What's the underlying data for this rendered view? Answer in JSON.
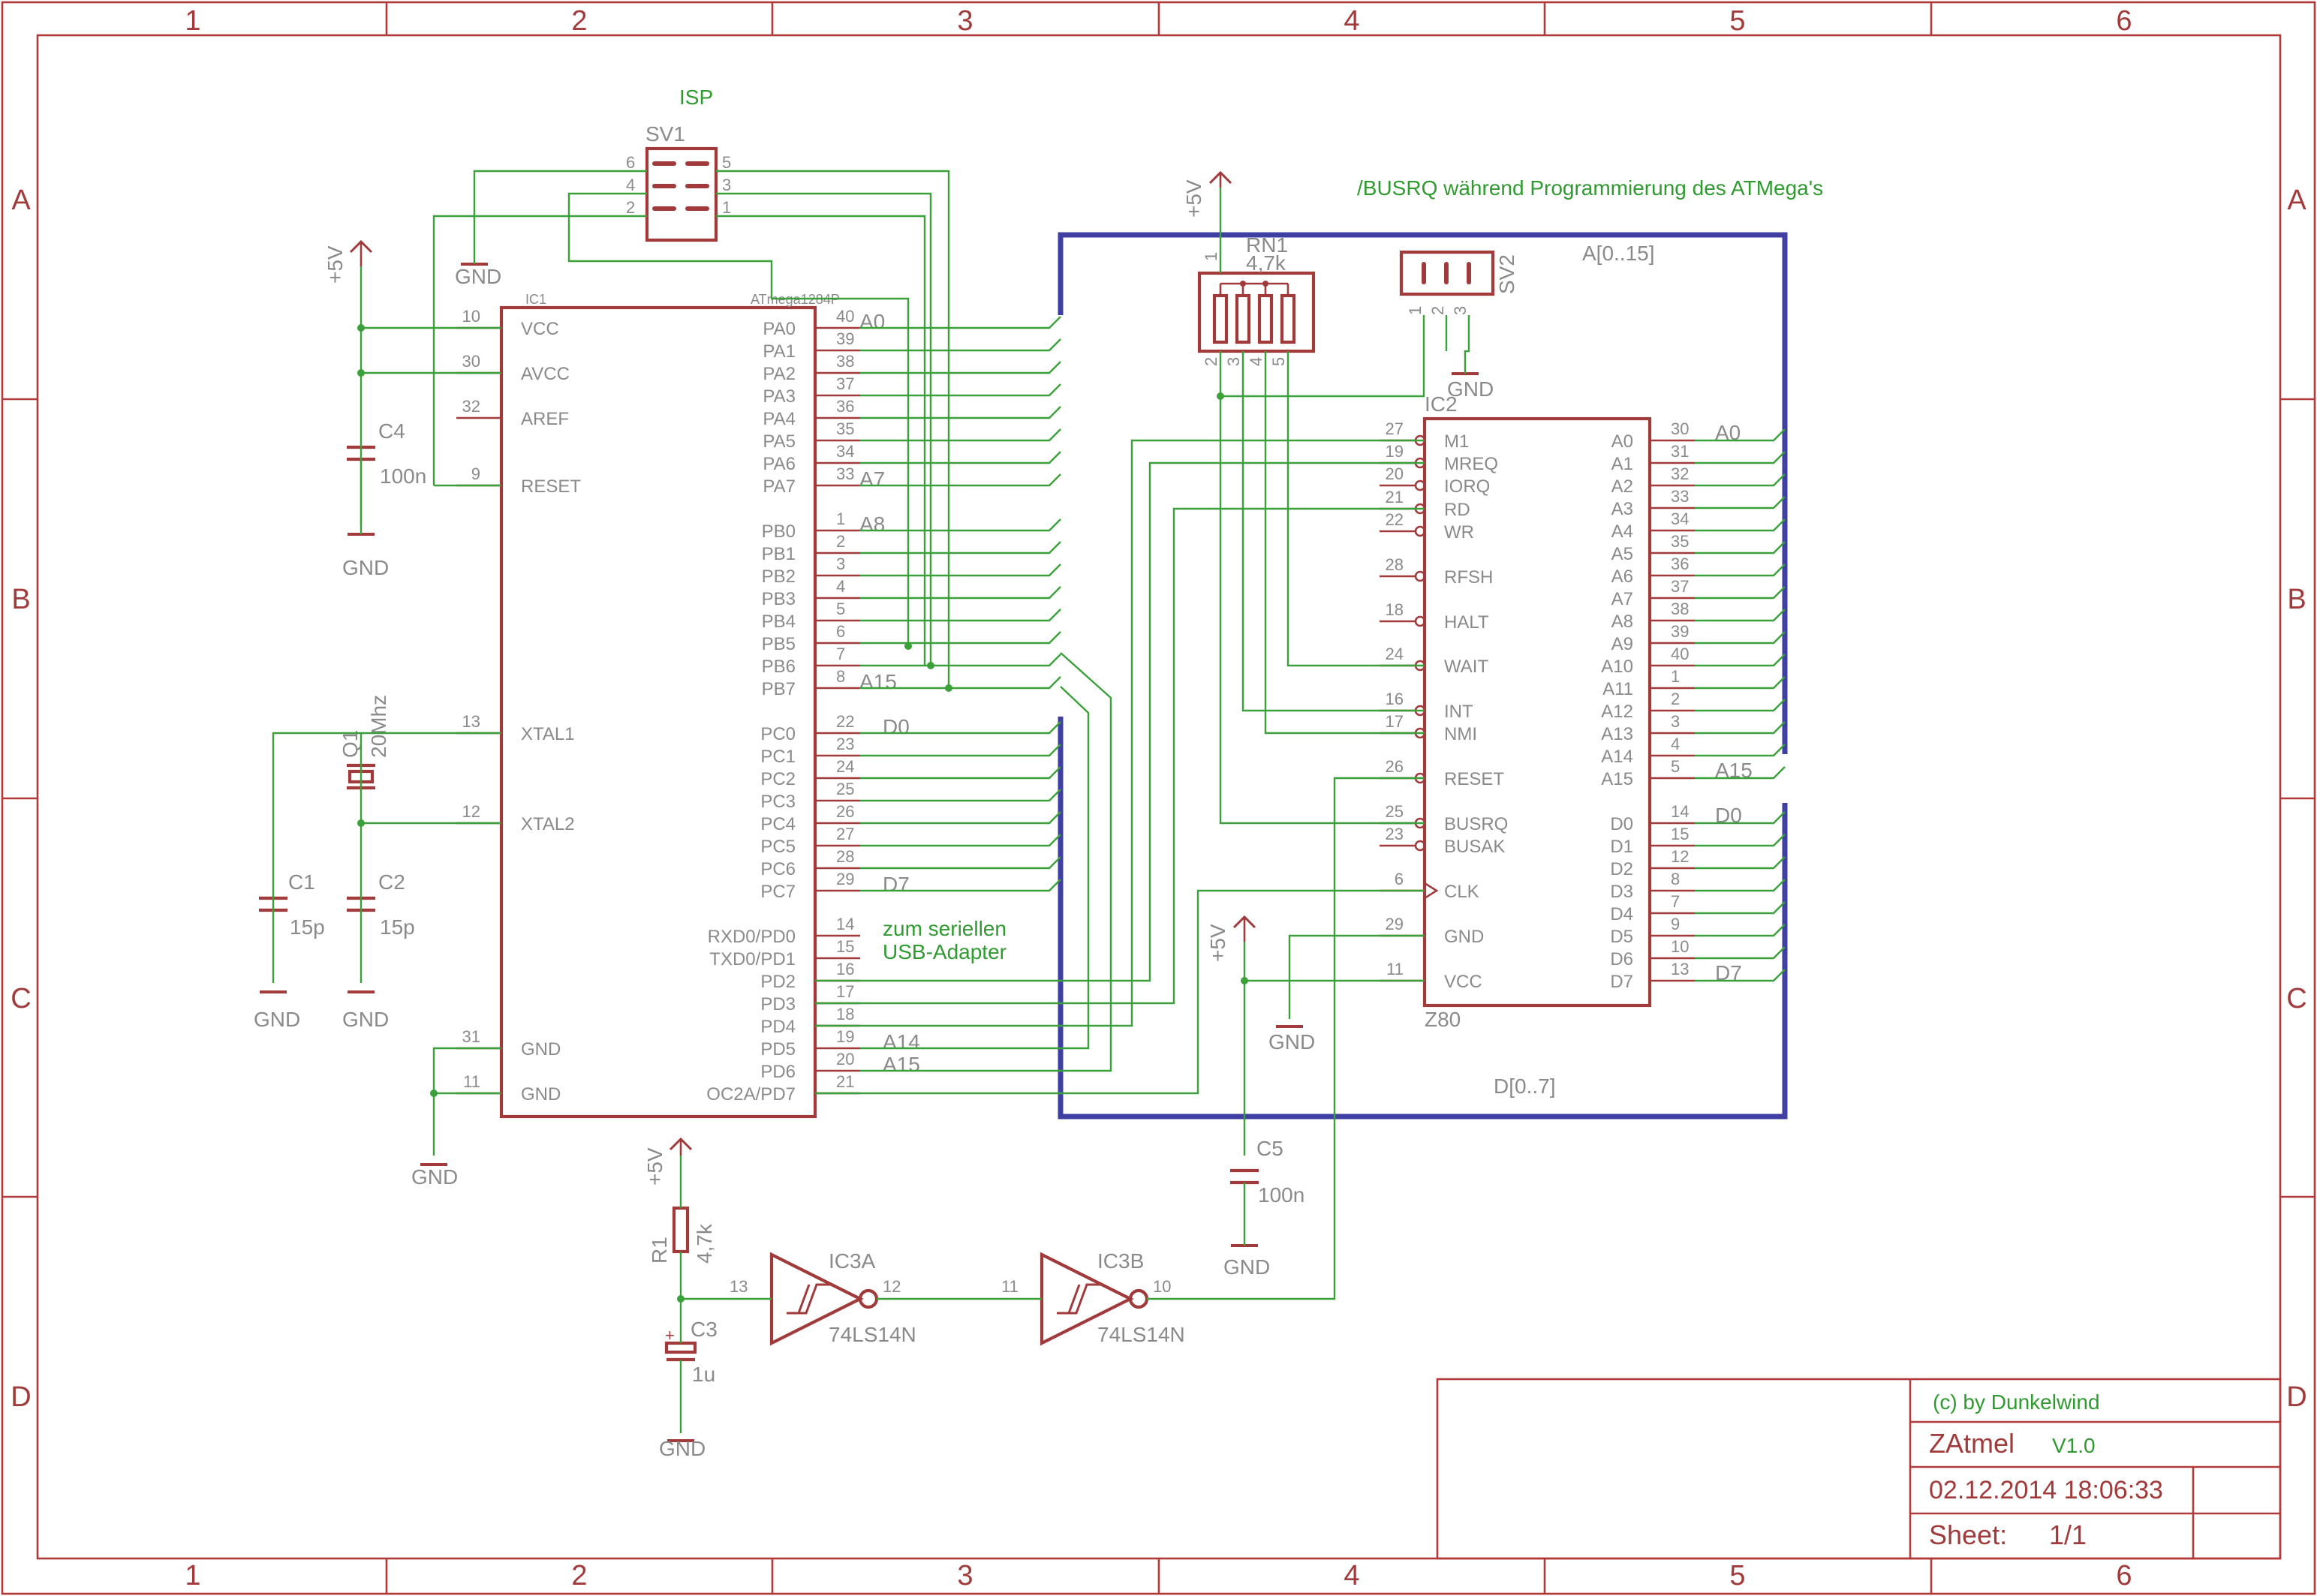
{
  "frame": {
    "columns": [
      "1",
      "2",
      "3",
      "4",
      "5",
      "6"
    ],
    "rows": [
      "A",
      "B",
      "C",
      "D"
    ]
  },
  "notes": {
    "isp": "ISP",
    "busrq": "/BUSRQ während Programmierung des ATMega's",
    "usb_line1": "zum seriellen",
    "usb_line2": "USB-Adapter"
  },
  "buses": {
    "address": "A[0..15]",
    "data": "D[0..7]"
  },
  "parts": {
    "sv1": {
      "name": "SV1",
      "pins_left": [
        "6",
        "4",
        "2"
      ],
      "pins_right": [
        "5",
        "3",
        "1"
      ]
    },
    "sv2": {
      "name": "SV2",
      "pins": [
        "1",
        "2",
        "3"
      ]
    },
    "rn1": {
      "name": "RN1",
      "value": "4,7k",
      "pins": [
        "1",
        "2",
        "3",
        "4",
        "5"
      ]
    },
    "ic1": {
      "name": "IC1",
      "type": "ATmega1284P",
      "left_pins": [
        {
          "num": "10",
          "label": "VCC"
        },
        {
          "num": "30",
          "label": "AVCC"
        },
        {
          "num": "32",
          "label": "AREF"
        },
        {
          "num": "9",
          "label": "RESET"
        },
        {
          "num": "13",
          "label": "XTAL1"
        },
        {
          "num": "12",
          "label": "XTAL2"
        },
        {
          "num": "31",
          "label": "GND"
        },
        {
          "num": "11",
          "label": "GND"
        }
      ],
      "right_pins": [
        {
          "num": "40",
          "label": "PA0"
        },
        {
          "num": "39",
          "label": "PA1"
        },
        {
          "num": "38",
          "label": "PA2"
        },
        {
          "num": "37",
          "label": "PA3"
        },
        {
          "num": "36",
          "label": "PA4"
        },
        {
          "num": "35",
          "label": "PA5"
        },
        {
          "num": "34",
          "label": "PA6"
        },
        {
          "num": "33",
          "label": "PA7"
        },
        {
          "num": "1",
          "label": "PB0"
        },
        {
          "num": "2",
          "label": "PB1"
        },
        {
          "num": "3",
          "label": "PB2"
        },
        {
          "num": "4",
          "label": "PB3"
        },
        {
          "num": "5",
          "label": "PB4"
        },
        {
          "num": "6",
          "label": "PB5"
        },
        {
          "num": "7",
          "label": "PB6"
        },
        {
          "num": "8",
          "label": "PB7"
        },
        {
          "num": "22",
          "label": "PC0"
        },
        {
          "num": "23",
          "label": "PC1"
        },
        {
          "num": "24",
          "label": "PC2"
        },
        {
          "num": "25",
          "label": "PC3"
        },
        {
          "num": "26",
          "label": "PC4"
        },
        {
          "num": "27",
          "label": "PC5"
        },
        {
          "num": "28",
          "label": "PC6"
        },
        {
          "num": "29",
          "label": "PC7"
        },
        {
          "num": "14",
          "label": "RXD0/PD0"
        },
        {
          "num": "15",
          "label": "TXD0/PD1"
        },
        {
          "num": "16",
          "label": "PD2"
        },
        {
          "num": "17",
          "label": "PD3"
        },
        {
          "num": "18",
          "label": "PD4"
        },
        {
          "num": "19",
          "label": "PD5"
        },
        {
          "num": "20",
          "label": "PD6"
        },
        {
          "num": "21",
          "label": "OC2A/PD7"
        }
      ],
      "net_labels": {
        "pa0": "A0",
        "pa7": "A7",
        "pb0": "A8",
        "pb7": "A15",
        "pc0": "D0",
        "pc7": "D7",
        "pd5": "A14",
        "pd6": "A15"
      }
    },
    "ic2": {
      "name": "IC2",
      "type": "Z80",
      "left_pins": [
        {
          "num": "27",
          "label": "M1"
        },
        {
          "num": "19",
          "label": "MREQ"
        },
        {
          "num": "20",
          "label": "IORQ"
        },
        {
          "num": "21",
          "label": "RD"
        },
        {
          "num": "22",
          "label": "WR"
        },
        {
          "num": "28",
          "label": "RFSH"
        },
        {
          "num": "18",
          "label": "HALT"
        },
        {
          "num": "24",
          "label": "WAIT"
        },
        {
          "num": "16",
          "label": "INT"
        },
        {
          "num": "17",
          "label": "NMI"
        },
        {
          "num": "26",
          "label": "RESET"
        },
        {
          "num": "25",
          "label": "BUSRQ"
        },
        {
          "num": "23",
          "label": "BUSAK"
        },
        {
          "num": "6",
          "label": "CLK"
        },
        {
          "num": "29",
          "label": "GND"
        },
        {
          "num": "11",
          "label": "VCC"
        }
      ],
      "right_pins": [
        {
          "num": "30",
          "label": "A0"
        },
        {
          "num": "31",
          "label": "A1"
        },
        {
          "num": "32",
          "label": "A2"
        },
        {
          "num": "33",
          "label": "A3"
        },
        {
          "num": "34",
          "label": "A4"
        },
        {
          "num": "35",
          "label": "A5"
        },
        {
          "num": "36",
          "label": "A6"
        },
        {
          "num": "37",
          "label": "A7"
        },
        {
          "num": "38",
          "label": "A8"
        },
        {
          "num": "39",
          "label": "A9"
        },
        {
          "num": "40",
          "label": "A10"
        },
        {
          "num": "1",
          "label": "A11"
        },
        {
          "num": "2",
          "label": "A12"
        },
        {
          "num": "3",
          "label": "A13"
        },
        {
          "num": "4",
          "label": "A14"
        },
        {
          "num": "5",
          "label": "A15"
        },
        {
          "num": "14",
          "label": "D0"
        },
        {
          "num": "15",
          "label": "D1"
        },
        {
          "num": "12",
          "label": "D2"
        },
        {
          "num": "8",
          "label": "D3"
        },
        {
          "num": "7",
          "label": "D4"
        },
        {
          "num": "9",
          "label": "D5"
        },
        {
          "num": "10",
          "label": "D6"
        },
        {
          "num": "13",
          "label": "D7"
        }
      ],
      "net_labels": {
        "a0": "A0",
        "a15": "A15",
        "d0": "D0",
        "d7": "D7"
      }
    },
    "c1": {
      "name": "C1",
      "value": "15p"
    },
    "c2": {
      "name": "C2",
      "value": "15p"
    },
    "c3": {
      "name": "C3",
      "value": "1u",
      "polarity": "+"
    },
    "c4": {
      "name": "C4",
      "value": "100n"
    },
    "c5": {
      "name": "C5",
      "value": "100n"
    },
    "q1": {
      "name": "Q1",
      "value": "20Mhz"
    },
    "r1": {
      "name": "R1",
      "value": "4,7k"
    },
    "ic3a": {
      "name": "IC3A",
      "type": "74LS14N",
      "pin_in": "13",
      "pin_out": "12"
    },
    "ic3b": {
      "name": "IC3B",
      "type": "74LS14N",
      "pin_in": "11",
      "pin_out": "10"
    }
  },
  "supplies": {
    "vcc": "+5V",
    "gnd": "GND"
  },
  "titleblock": {
    "credit": "(c) by Dunkelwind",
    "title": "ZAtmel",
    "version": "V1.0",
    "date": "02.12.2014 18:06:33",
    "sheet_label": "Sheet:",
    "sheet_value": "1/1"
  }
}
